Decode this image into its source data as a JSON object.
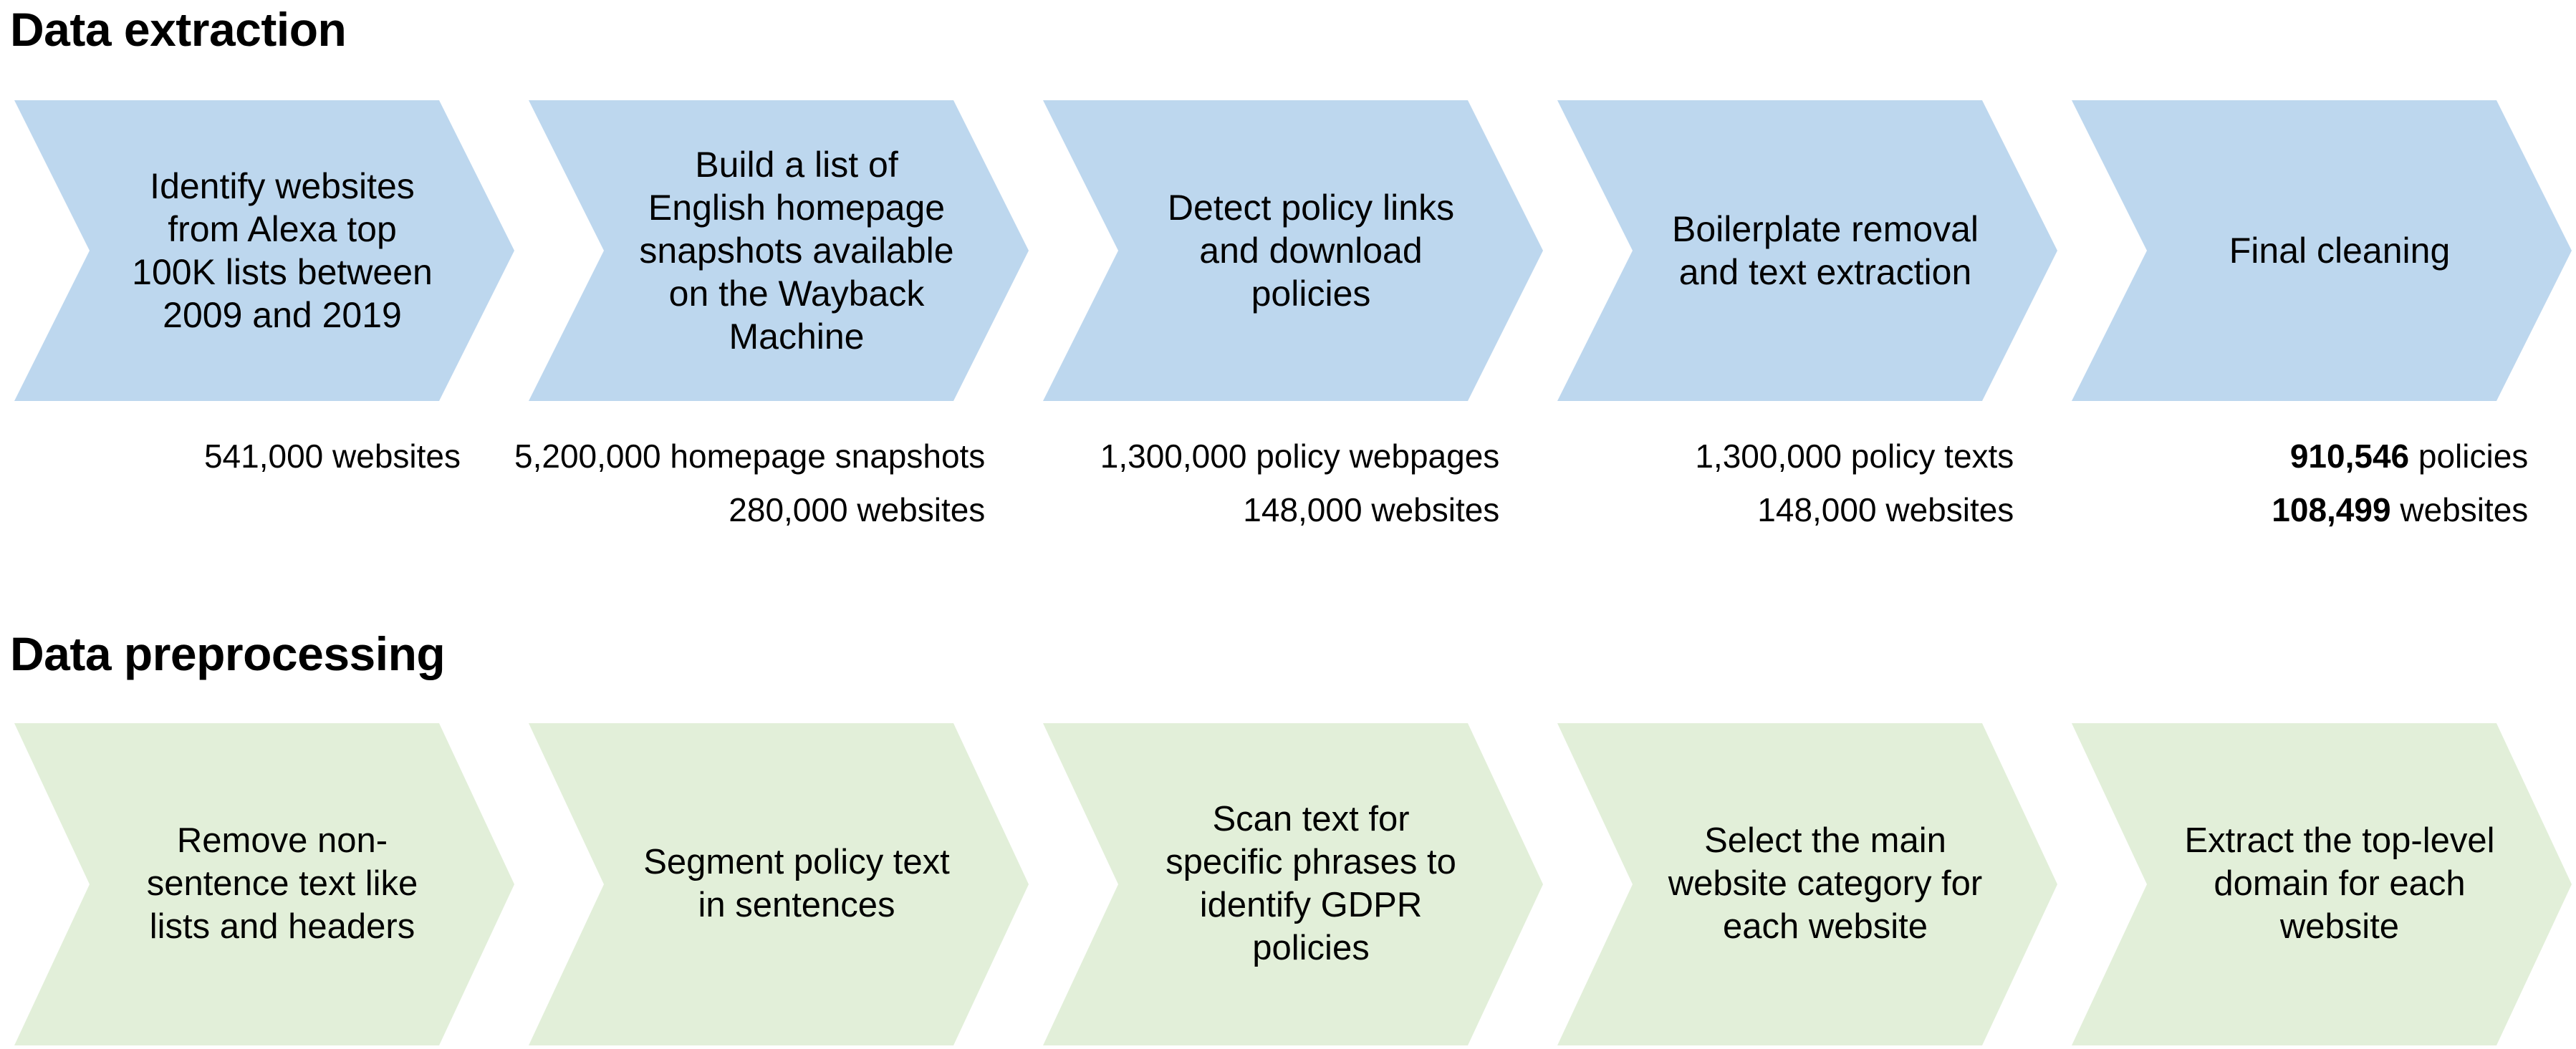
{
  "sections": {
    "extraction": {
      "title": "Data extraction"
    },
    "preprocessing": {
      "title": "Data preprocessing"
    }
  },
  "colors": {
    "extraction_chevron": "#bdd7ee",
    "preprocessing_chevron": "#e2efd9",
    "text": "#000000",
    "background": "#ffffff"
  },
  "extraction_steps": [
    {
      "label": "Identify websites from Alexa top 100K lists between 2009 and 2019"
    },
    {
      "label": "Build a list of English homepage snapshots available on the Wayback Machine"
    },
    {
      "label": "Detect policy links and download policies"
    },
    {
      "label": "Boilerplate removal and text extraction"
    },
    {
      "label": "Final cleaning"
    }
  ],
  "extraction_captions": [
    {
      "lines": [
        {
          "value": "541,000",
          "unit": "websites",
          "bold": false
        }
      ]
    },
    {
      "lines": [
        {
          "value": "5,200,000",
          "unit": "homepage snapshots",
          "bold": false
        },
        {
          "value": "280,000",
          "unit": "websites",
          "bold": false
        }
      ]
    },
    {
      "lines": [
        {
          "value": "1,300,000",
          "unit": "policy webpages",
          "bold": false
        },
        {
          "value": "148,000",
          "unit": "websites",
          "bold": false
        }
      ]
    },
    {
      "lines": [
        {
          "value": "1,300,000",
          "unit": "policy texts",
          "bold": false
        },
        {
          "value": "148,000",
          "unit": "websites",
          "bold": false
        }
      ]
    },
    {
      "lines": [
        {
          "value": "910,546",
          "unit": "policies",
          "bold": true
        },
        {
          "value": "108,499",
          "unit": "websites",
          "bold": true
        }
      ]
    }
  ],
  "preprocessing_steps": [
    {
      "label": "Remove non-sentence text like lists and headers"
    },
    {
      "label": "Segment policy text in sentences"
    },
    {
      "label": "Scan text for specific phrases to identify GDPR policies"
    },
    {
      "label": "Select the main website category for each website"
    },
    {
      "label": "Extract the top-level domain for each website"
    }
  ]
}
